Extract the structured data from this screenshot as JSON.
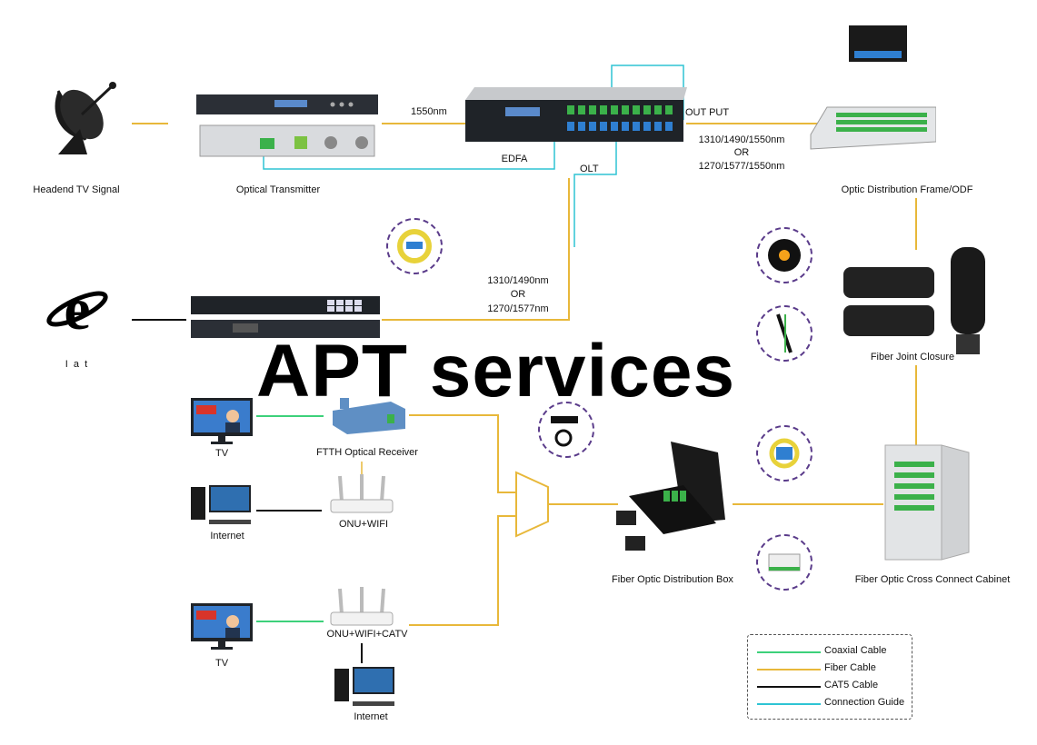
{
  "watermark": "APT services",
  "colors": {
    "coaxial": "#3dd17a",
    "fiber": "#e8b83a",
    "cat5": "#111111",
    "guide": "#2ec4d4",
    "badge_border": "#5a3b8a"
  },
  "nodes": {
    "headend": "Headend TV Signal",
    "transmitter": "Optical Transmitter",
    "edfa": "EDFA",
    "odf": "Optic Distribution Frame/ODF",
    "internet_top": "I  a  t",
    "olt_device": "",
    "joint_closure": "Fiber Joint Closure",
    "ftth_receiver": "FTTH Optical Receiver",
    "tv1": "TV",
    "internet1": "Internet",
    "onu_wifi": "ONU+WIFI",
    "distribution_box": "Fiber Optic Distribution Box",
    "cross_connect": "Fiber Optic Cross Connect Cabinet",
    "tv2": "TV",
    "onu_wifi_catv": "ONU+WIFI+CATV",
    "internet2": "Internet"
  },
  "wavelengths": {
    "tx_to_edfa": "1550nm",
    "output": "OUT PUT",
    "olt": "OLT",
    "odf_line1": "1310/1490/1550nm",
    "odf_line2": "OR",
    "odf_line3": "1270/1577/1550nm",
    "olt_line1": "1310/1490nm",
    "olt_line2": "OR",
    "olt_line3": "1270/1577nm"
  },
  "legend": [
    {
      "label": "Coaxial Cable",
      "color": "#3dd17a"
    },
    {
      "label": "Fiber Cable",
      "color": "#e8b83a"
    },
    {
      "label": "CAT5 Cable",
      "color": "#111111"
    },
    {
      "label": "Connection Guide",
      "color": "#2ec4d4"
    }
  ],
  "icons": {
    "headend": "satellite-dish-icon",
    "internet": "internet-explorer-icon",
    "tv": "tv-news-icon",
    "pc": "desktop-computer-icon",
    "router": "wifi-router-icon"
  }
}
